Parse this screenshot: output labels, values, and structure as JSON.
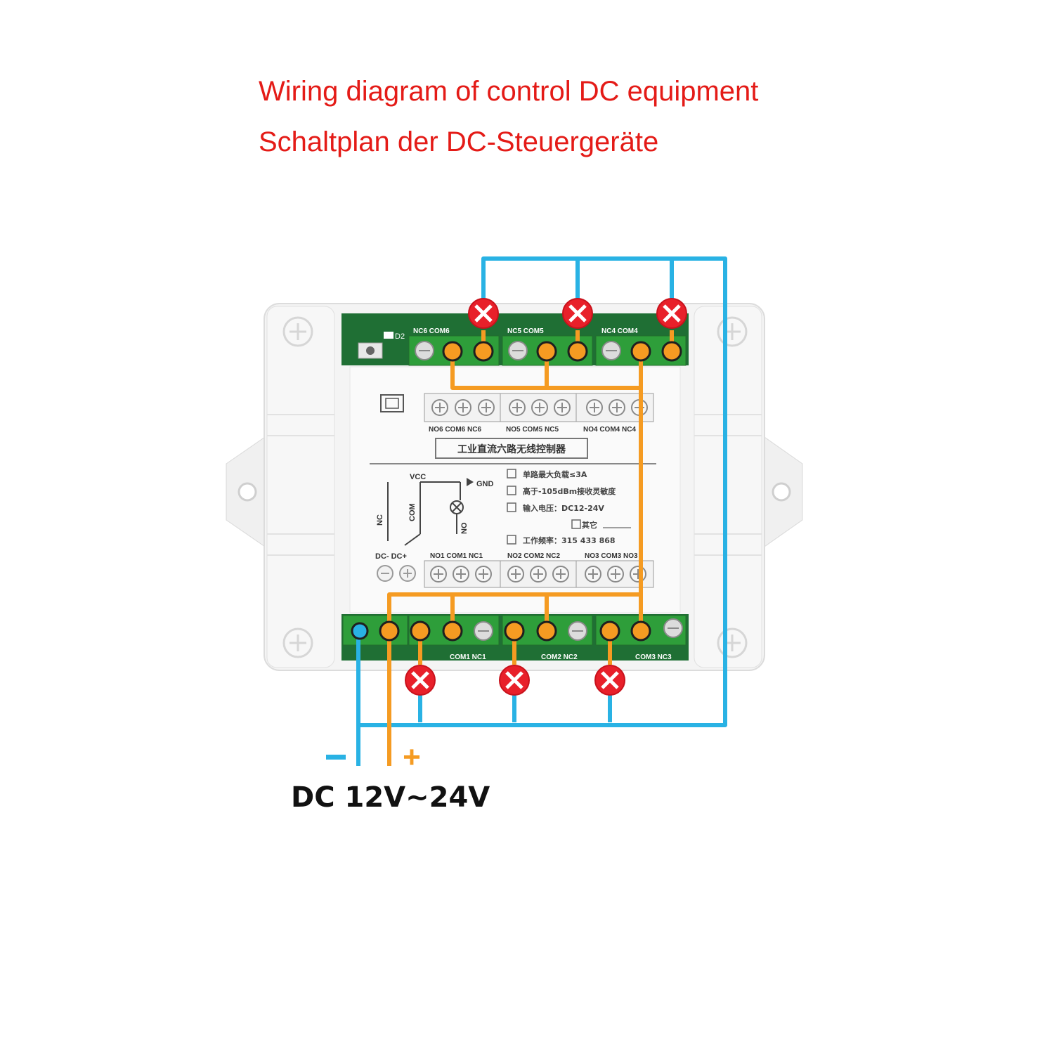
{
  "title": {
    "line1": "Wiring diagram of control DC equipment",
    "line2": "Schaltplan der DC-Steuergeräte"
  },
  "supply": {
    "minus": "–",
    "plus": "+",
    "voltage": "DC 12V~24V"
  },
  "board": {
    "top_connector_labels": [
      "NC6 COM6",
      "NC5 COM5",
      "NC4 COM4"
    ],
    "top_inner_labels": [
      "NO6 COM6 NC6",
      "NO5 COM5 NC5",
      "NO4 COM4 NC4"
    ],
    "bottom_inner_labels": [
      "NO1 COM1 NC1",
      "NO2 COM2 NC2",
      "NO3 COM3 NO3"
    ],
    "bottom_connector_labels": [
      "COM1 NC1",
      "COM2 NC2",
      "COM3 NC3"
    ],
    "led_label": "D2",
    "power_labels": "DC- DC+",
    "schematic": {
      "vcc": "VCC",
      "gnd": "GND",
      "nc": "NC",
      "com": "COM",
      "no": "NO"
    },
    "product_name": "工业直流六路无线控制器",
    "specs": [
      "单路最大负载≤3A",
      "高于-105dBm接收灵敏度",
      "输入电压：DC12-24V",
      "其它",
      "工作频率：315 433 868"
    ]
  },
  "colors": {
    "title": "#e41b17",
    "negative_wire": "#29b2e4",
    "positive_wire": "#f59b22",
    "load_lamp": "#e8202a",
    "terminal_green": "#2e9e3a"
  }
}
